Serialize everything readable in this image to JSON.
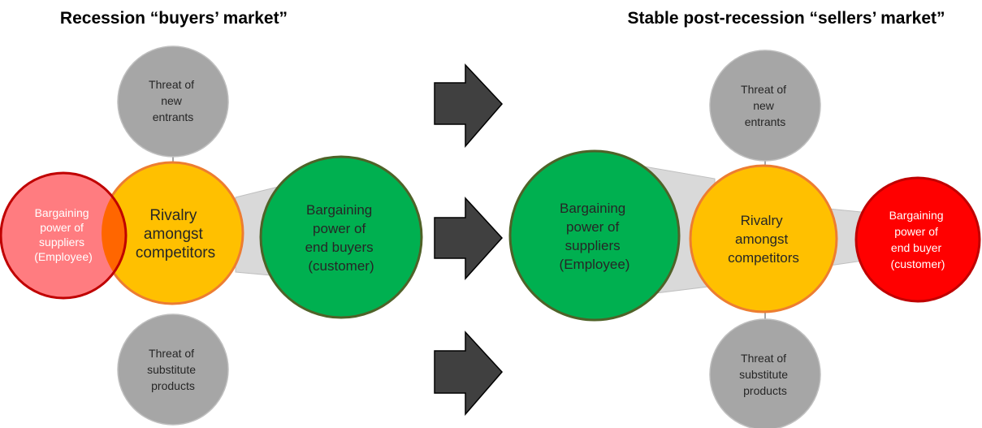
{
  "left_panel": {
    "title": "Recession “buyers’ market”",
    "threat_new": [
      "Threat of",
      "new",
      "entrants"
    ],
    "rivalry": [
      "Rivalry",
      "amongst",
      "competitors"
    ],
    "suppliers": [
      "Bargaining",
      "power of",
      "suppliers",
      "(Employee)"
    ],
    "buyers": [
      "Bargaining",
      "power of",
      "end buyers",
      "(customer)"
    ],
    "threat_sub": [
      "Threat of",
      "substitute",
      "products"
    ]
  },
  "right_panel": {
    "title": "Stable post-recession “sellers’ market”",
    "threat_new": [
      "Threat of",
      "new",
      "entrants"
    ],
    "suppliers": [
      "Bargaining",
      "power of",
      "suppliers",
      "(Employee)"
    ],
    "rivalry": [
      "Rivalry",
      "amongst",
      "competitors"
    ],
    "buyer": [
      "Bargaining",
      "power of",
      "end buyer",
      "(customer)"
    ],
    "threat_sub": [
      "Threat of",
      "substitute",
      "products"
    ]
  },
  "colors": {
    "gray_circle": "#a6a6a6",
    "gray_border": "#bfbfbf",
    "rivalry_fill": "#ffc000",
    "rivalry_border": "#ed7d31",
    "green_fill": "#00b050",
    "green_border": "#4f6228",
    "pink_fill": "#ff7c80",
    "red_fill": "#ff0000",
    "red_border": "#c00000",
    "overlap_fill": "#ff6600",
    "arrow_fill": "#404040",
    "cone_fill": "#d9d9d9"
  }
}
